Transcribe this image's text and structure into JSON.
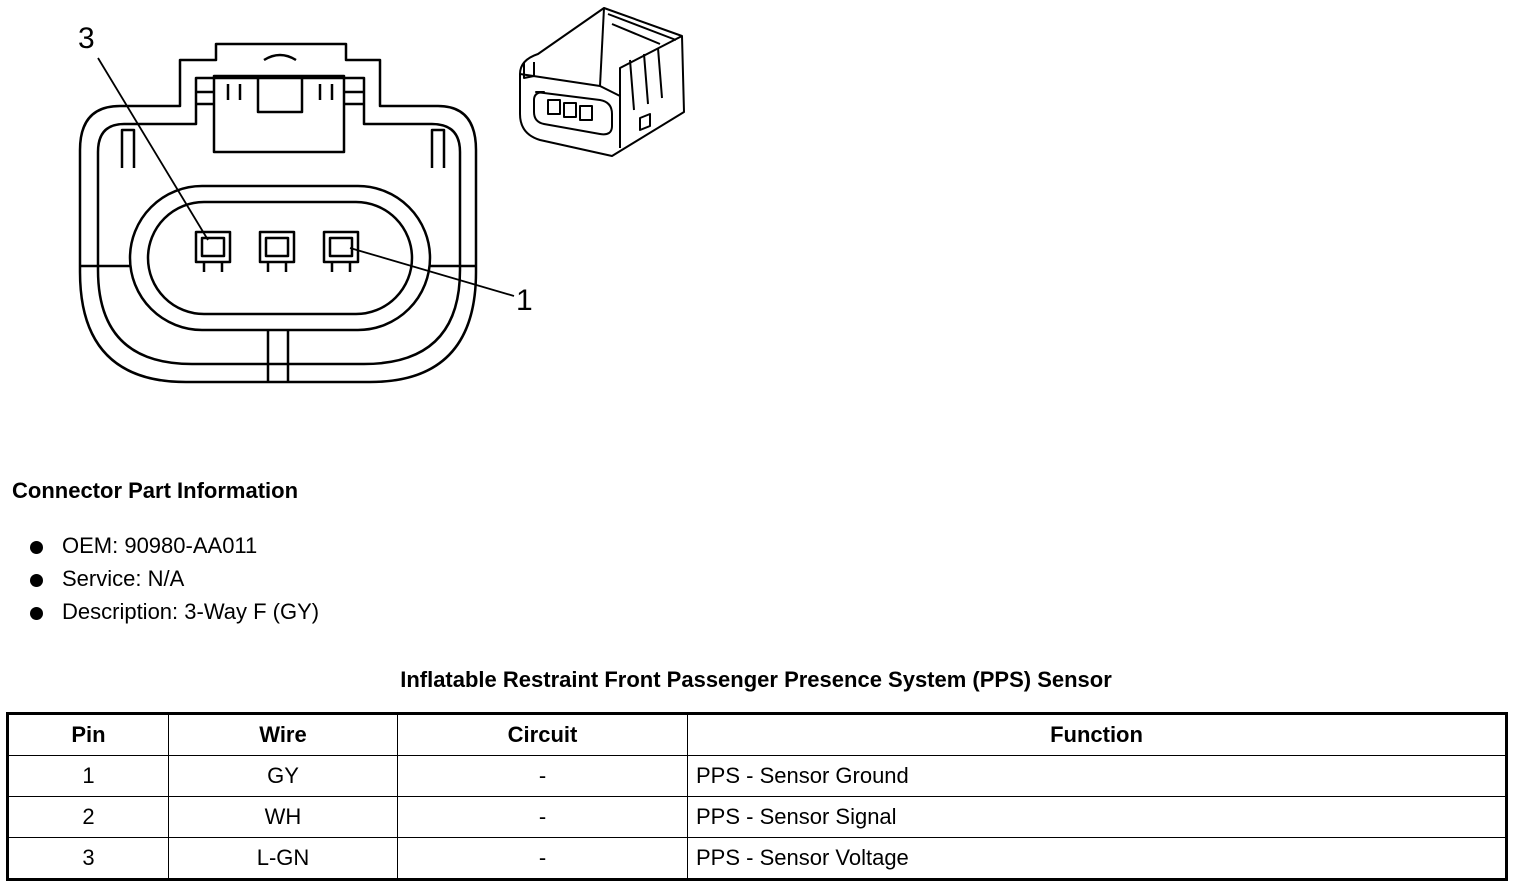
{
  "diagram": {
    "pin_label_3": "3",
    "pin_label_1": "1"
  },
  "part_info": {
    "title": "Connector Part Information",
    "items": [
      "OEM: 90980-AA011",
      "Service: N/A",
      "Description: 3-Way F (GY)"
    ]
  },
  "table": {
    "title": "Inflatable Restraint Front Passenger Presence System (PPS) Sensor",
    "headers": [
      "Pin",
      "Wire",
      "Circuit",
      "Function"
    ],
    "rows": [
      {
        "pin": "1",
        "wire": "GY",
        "circuit": "-",
        "function": "PPS - Sensor Ground"
      },
      {
        "pin": "2",
        "wire": "WH",
        "circuit": "-",
        "function": "PPS - Sensor Signal"
      },
      {
        "pin": "3",
        "wire": "L-GN",
        "circuit": "-",
        "function": "PPS - Sensor Voltage"
      }
    ]
  }
}
